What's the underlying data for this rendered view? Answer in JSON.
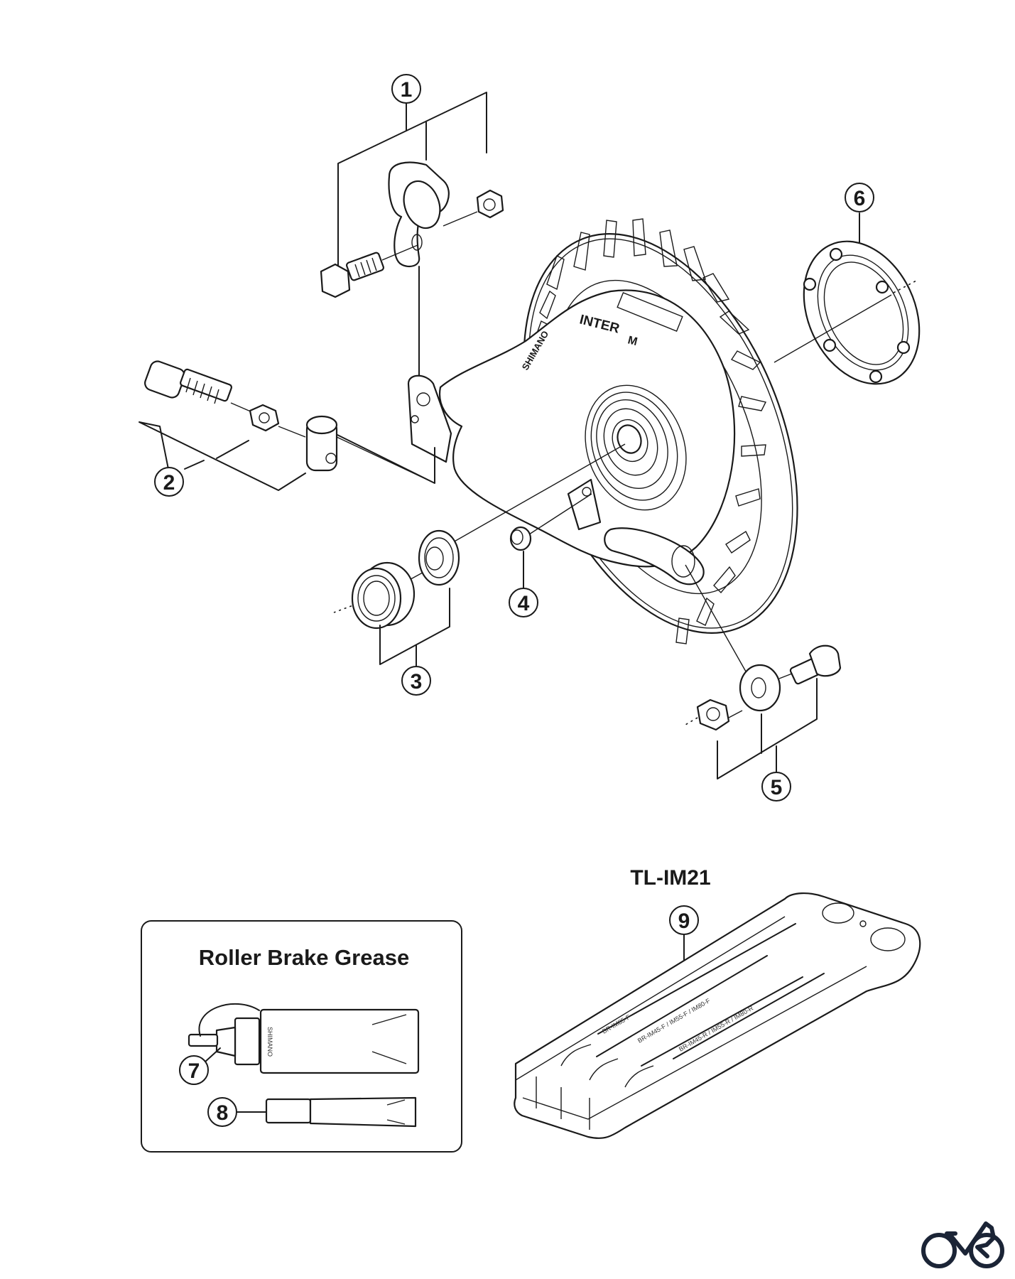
{
  "diagram": {
    "callouts": [
      "1",
      "2",
      "3",
      "4",
      "5",
      "6",
      "7",
      "8",
      "9"
    ],
    "hub_brand": "SHIMANO",
    "hub_model": "INTER",
    "hub_model_suffix": "M",
    "grease_box_title": "Roller Brake Grease",
    "bottle_brand": "SHIMANO",
    "tool_title": "TL-IM21",
    "tool_slots": [
      "BR-IM85-F",
      "BR-IM45-F / IM55-F / IM80-F",
      "BR-IM45-R / IM55-R / IM80-R"
    ],
    "logo_icon": "bicycle-logo-icon",
    "logo_color": "#1b2436",
    "line_color": "#1a1a1a"
  }
}
